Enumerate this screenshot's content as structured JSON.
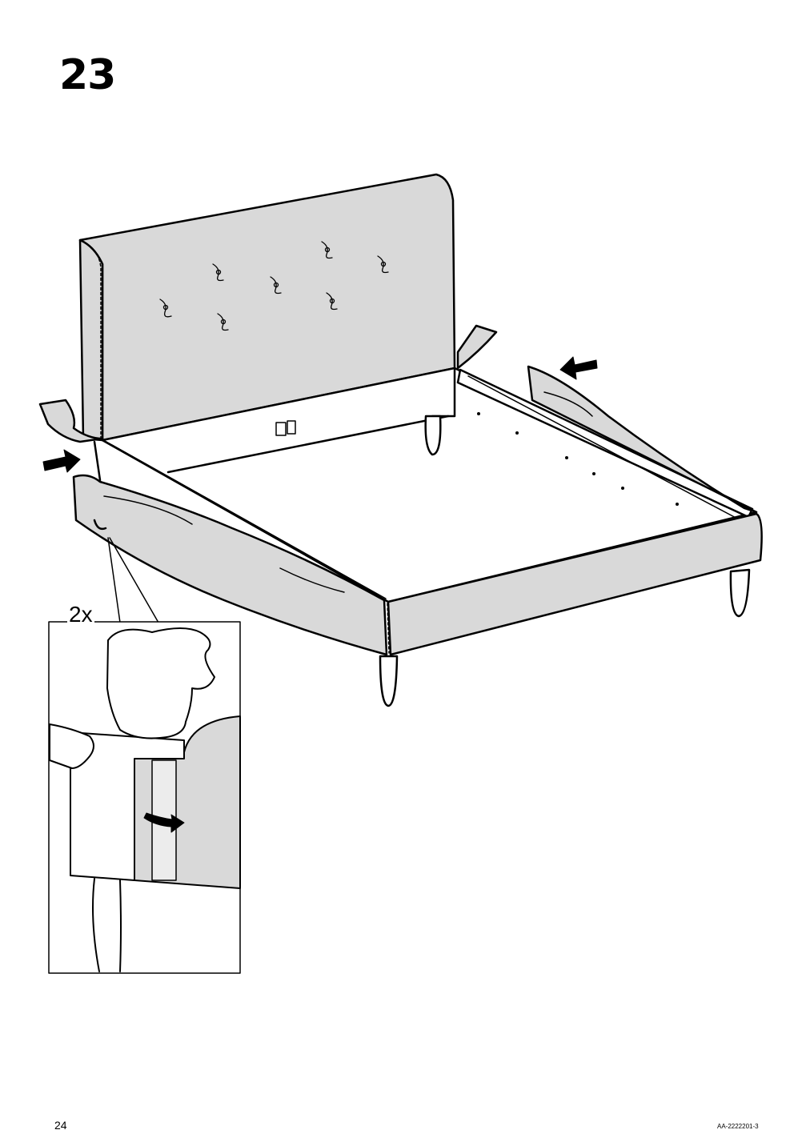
{
  "step": {
    "number": "23"
  },
  "detail": {
    "quantity": "2x"
  },
  "footer": {
    "page_number": "24",
    "doc_code": "AA-2222201-3"
  },
  "colors": {
    "fabric": "#d9d9d9",
    "line": "#000000",
    "background": "#ffffff"
  },
  "icons": [
    "arrow-icon",
    "curved-arrow-icon",
    "hand-icon"
  ]
}
